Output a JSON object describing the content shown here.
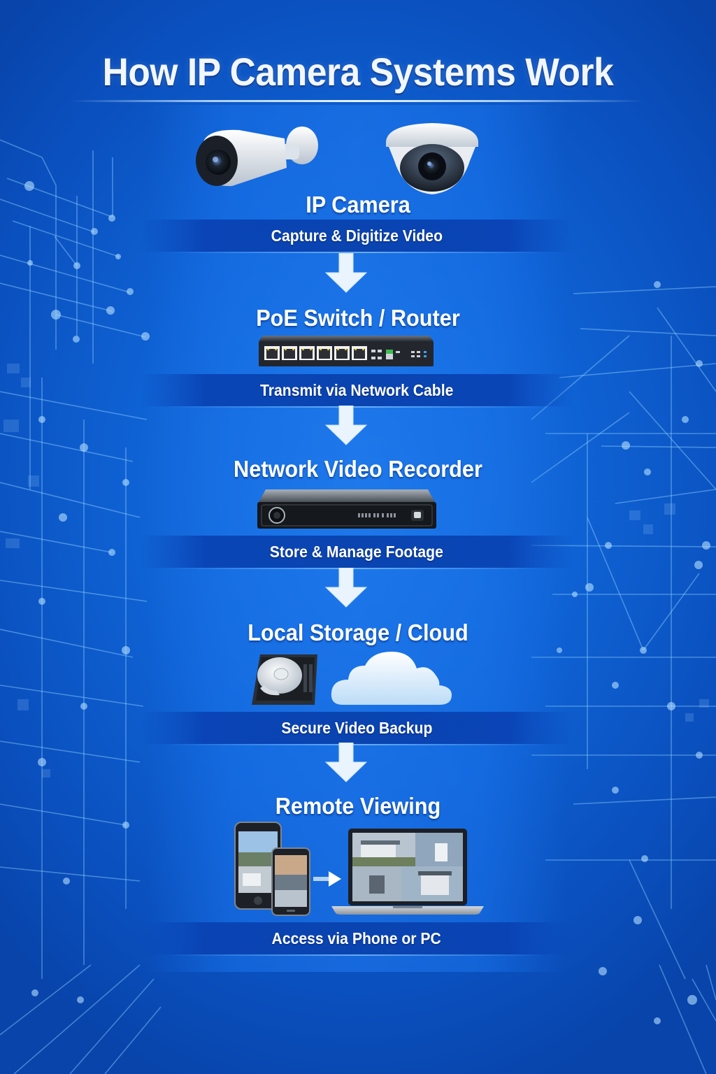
{
  "title": "How IP Camera Systems Work",
  "theme": {
    "background": "#0f62d4",
    "band": "#0a44b0",
    "text": "#ffffff",
    "network_lines": "#8fd0ff"
  },
  "steps": [
    {
      "title": "IP Camera",
      "caption": "Capture & Digitize Video",
      "icons": [
        "bullet-camera-icon",
        "dome-camera-icon"
      ]
    },
    {
      "title": "PoE Switch / Router",
      "caption": "Transmit via Network Cable",
      "icons": [
        "poe-switch-icon"
      ]
    },
    {
      "title": "Network Video Recorder",
      "caption": "Store & Manage Footage",
      "icons": [
        "nvr-icon"
      ]
    },
    {
      "title": "Local Storage / Cloud",
      "caption": "Secure Video Backup",
      "icons": [
        "hard-drive-icon",
        "cloud-icon"
      ]
    },
    {
      "title": "Remote Viewing",
      "caption": "Access via Phone or PC",
      "icons": [
        "smartphone-icon",
        "smartphone-icon",
        "arrow-right-icon",
        "laptop-icon"
      ]
    }
  ],
  "arrows": [
    "down-arrow-icon",
    "down-arrow-icon",
    "down-arrow-icon",
    "down-arrow-icon"
  ]
}
